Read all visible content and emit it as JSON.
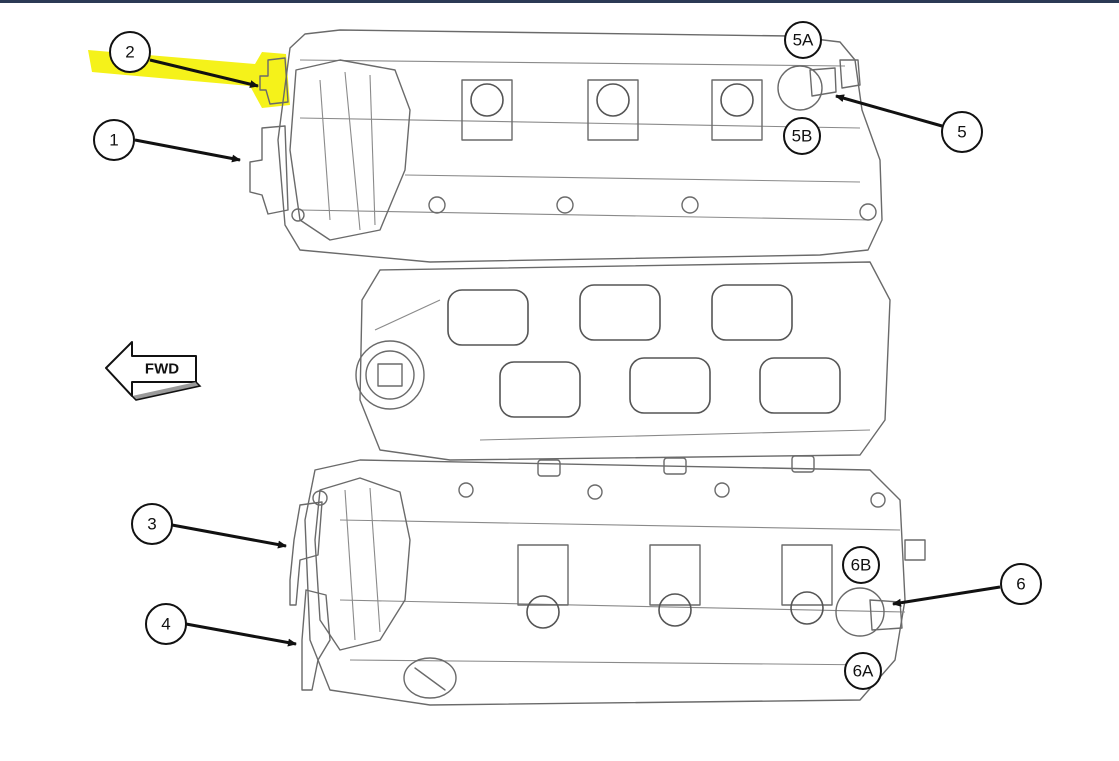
{
  "colors": {
    "top_bar": "#2b3a55",
    "highlight": "#f5f21a",
    "line_art": "#6a6a6a",
    "callout": "#111111"
  },
  "direction_label": "FWD",
  "callouts": {
    "c1": "1",
    "c2": "2",
    "c3": "3",
    "c4": "4",
    "c5": "5",
    "c5a": "5A",
    "c5b": "5B",
    "c6": "6",
    "c6a": "6A",
    "c6b": "6B"
  }
}
